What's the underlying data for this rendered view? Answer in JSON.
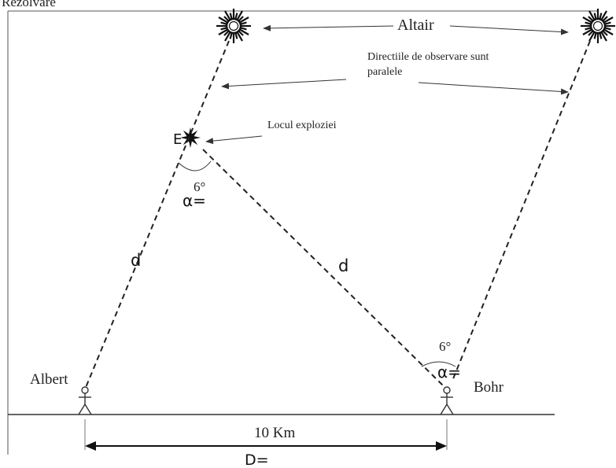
{
  "header": {
    "text": "Rezolvare"
  },
  "labels": {
    "star_name": "Altair",
    "parallel_note_line1": "Directiile de observare sunt",
    "parallel_note_line2": "paralele",
    "explosion_place": "Locul exploziei",
    "explosion_point": "E",
    "angle_at_e_value": "6°",
    "angle_at_e_symbol": "α=",
    "side_left": "d",
    "side_right": "d",
    "observer_left": "Albert",
    "observer_right": "Bohr",
    "angle_at_bohr_value": "6°",
    "angle_at_bohr_symbol": "α=",
    "distance_value": "10 Km",
    "distance_symbol": "D="
  },
  "icons": [
    "sun-icon",
    "explosion-icon",
    "stick-figure-icon"
  ]
}
